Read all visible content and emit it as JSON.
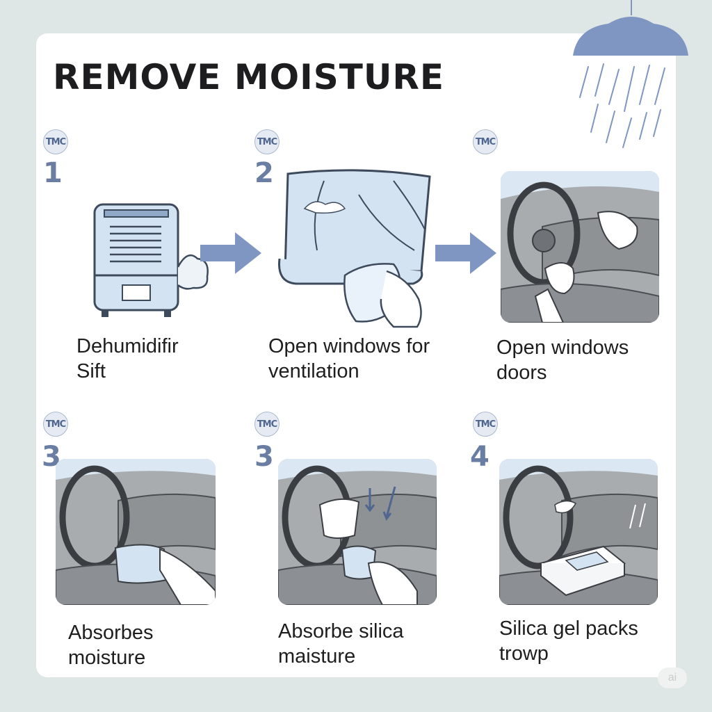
{
  "title": "REMOVE MOISTURE",
  "badge_text": "TMC",
  "steps": [
    {
      "number": "1",
      "caption_line1": "Dehumidifir",
      "caption_line2": "Sift"
    },
    {
      "number": "2",
      "caption_line1": "Open windows for",
      "caption_line2": "ventilation"
    },
    {
      "number": "",
      "caption_line1": "Open windows",
      "caption_line2": "doors"
    },
    {
      "number": "3",
      "caption_line1": "Absorbes",
      "caption_line2": "moisture"
    },
    {
      "number": "3",
      "caption_line1": "Absorbe silica",
      "caption_line2": "maisture"
    },
    {
      "number": "4",
      "caption_line1": "Silica gel packs",
      "caption_line2": "trowp"
    }
  ],
  "watermark": "ai",
  "icons": [
    "rain-cloud-icon",
    "dehumidifier-icon",
    "arrow-right-icon",
    "windshield-icon",
    "car-interior-icon",
    "silica-gel-pack-icon"
  ],
  "colors": {
    "accent": "#7f96c2",
    "badge": "#4e6690",
    "step_number": "#6a7ea3",
    "light_blue": "#d4e3f1",
    "gray": "#a9acaf"
  }
}
